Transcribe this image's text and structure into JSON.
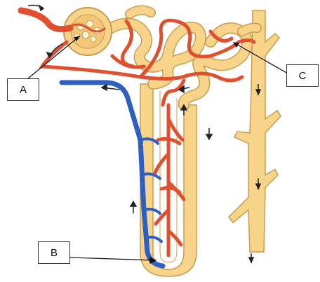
{
  "labels": {
    "a": "A",
    "b": "B",
    "c": "C"
  },
  "colors": {
    "tubule": "#f7d48a",
    "tubule_outline": "#c89c4e",
    "artery": "#e0502e",
    "vein": "#2f5fc2",
    "arrow": "#222222"
  }
}
